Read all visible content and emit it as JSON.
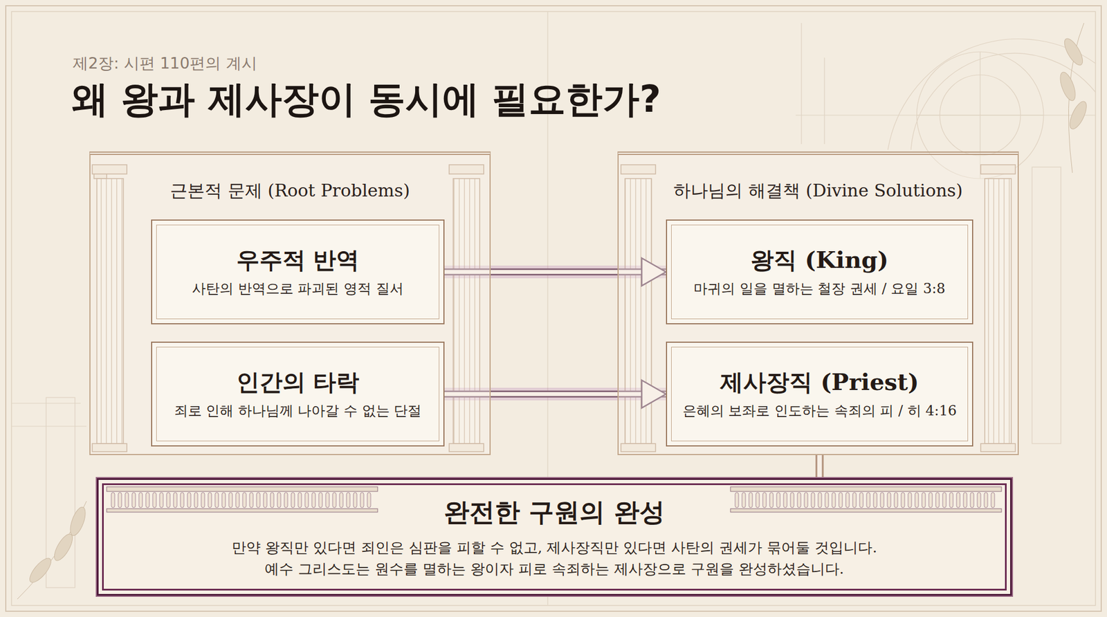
{
  "diagram": {
    "title": "왜 왕과 제사장이 동시에 필요한가?",
    "nodes": [
      {
        "text": [
          "근본적 문제 (Root Problems)"
        ]
      },
      {
        "text": [
          "우주적 반역",
          "사탄의 반역으로 파괴된 영적 질서"
        ],
        "in": 0
      },
      {
        "text": [
          "인간의 타락",
          "죄로 인해 하나님께 나아갈 수 없는 단절"
        ],
        "in": 0
      },
      {
        "text": [
          "하나님의 해결책 (Divine Solutions)"
        ]
      },
      {
        "text": [
          "왕직 (King)",
          "마귀의 일을 멸하는 철장 권세 / 요일 3:8"
        ],
        "in": 3
      },
      {
        "text": [
          "제사장직 (Priest)",
          "은혜의 보좌로 인도하는 속죄의 피 / 히 4:16"
        ],
        "in": 3
      },
      {
        "text": [
          "완전한 구원의 완성",
          "만약 왕직만 있다면 죄인은 심판을 피할 수 없고, 제사장직만 있다면 사탄의 권세가 묶어둘 것입니다. 예수 그리스도는 원수를 멸하는 왕이자 피로 속죄하는 제사장으로 구원을 완성하셨습니다."
        ]
      }
    ],
    "edges": [
      {
        "from": 1,
        "to": 4,
        "arrow": "to"
      },
      {
        "from": 2,
        "to": 5,
        "arrow": "to"
      },
      {
        "from": 3,
        "to": 6,
        "arrow": "none"
      }
    ],
    "labels": [
      "제2장: 시편 110편의 계시"
    ]
  }
}
